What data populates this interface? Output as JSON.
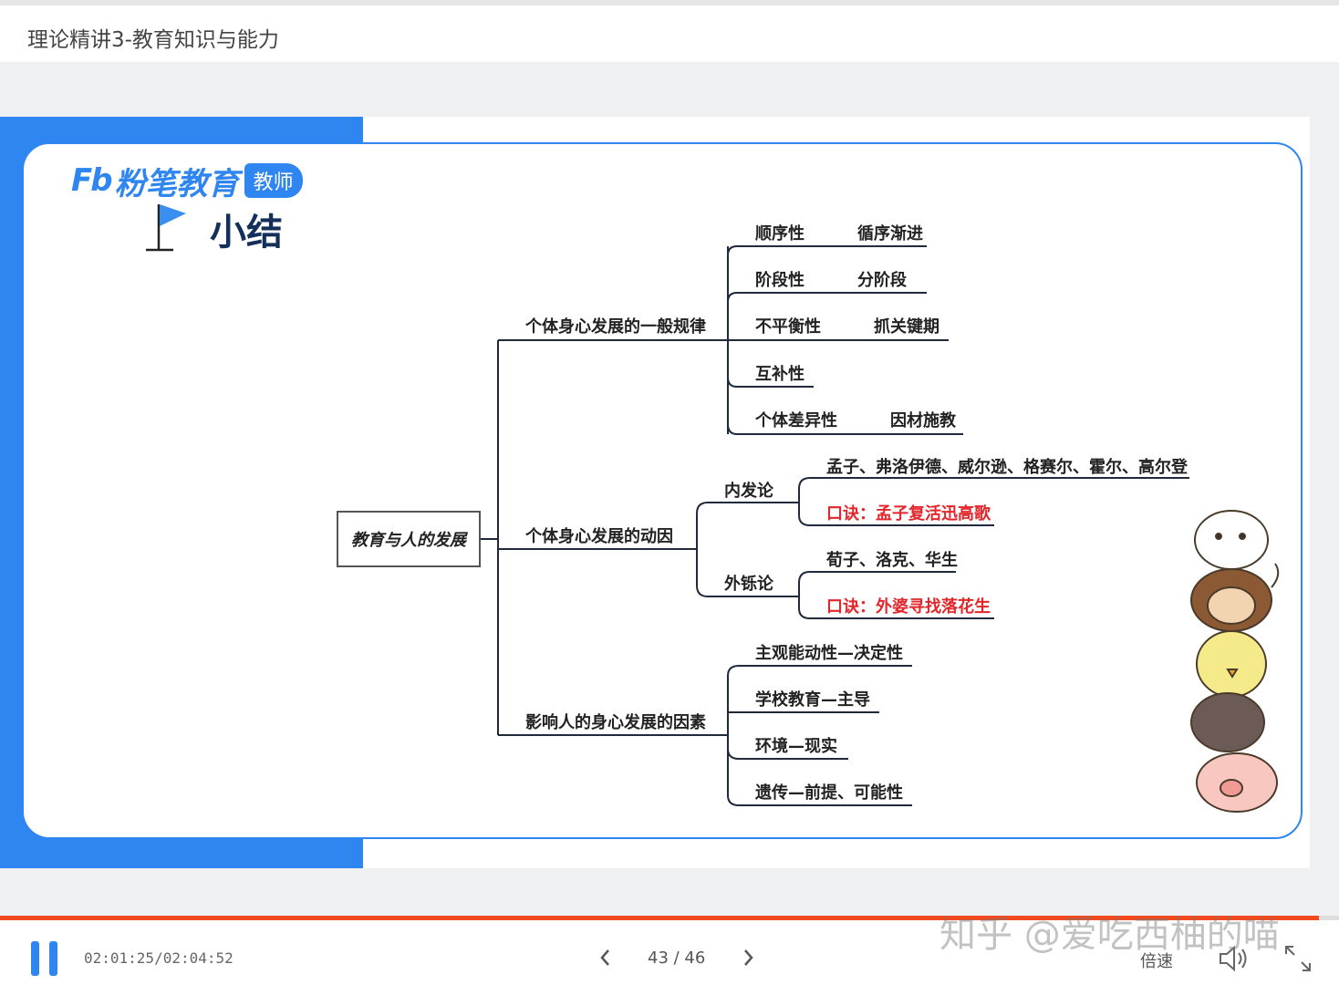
{
  "header": {
    "title": "理论精讲3-教育知识与能力"
  },
  "slide": {
    "logo": {
      "mark": "Fb",
      "text": "粉笔教育",
      "badge": "教师"
    },
    "summary_title": "小结",
    "root": "教育与人的发展",
    "branches": {
      "laws": {
        "label": "个体身心发展的一般规律",
        "items": [
          {
            "name": "顺序性",
            "note": "循序渐进"
          },
          {
            "name": "阶段性",
            "note": "分阶段"
          },
          {
            "name": "不平衡性",
            "note": "抓关键期"
          },
          {
            "name": "互补性",
            "note": ""
          },
          {
            "name": "个体差异性",
            "note": "因材施教"
          }
        ]
      },
      "causes": {
        "label": "个体身心发展的动因",
        "internal": {
          "label": "内发论",
          "people": "孟子、弗洛伊德、威尔逊、格赛尔、霍尔、高尔登",
          "mnemonic": "口诀：孟子复活迅高歌"
        },
        "external": {
          "label": "外铄论",
          "people": "荀子、洛克、华生",
          "mnemonic": "口诀：外婆寻找落花生"
        }
      },
      "factors": {
        "label": "影响人的身心发展的因素",
        "items": [
          "主观能动性—决定性",
          "学校教育—主导",
          "环境—现实",
          "遗传—前提、可能性"
        ]
      }
    }
  },
  "player": {
    "progress": 0.985,
    "time": "02:01:25/02:04:52",
    "page": "43 / 46",
    "speed_label": "倍速",
    "accent": "#2f86f0",
    "progress_color": "#f04a1e"
  },
  "watermark": "知乎 @爱吃西柚的喵"
}
